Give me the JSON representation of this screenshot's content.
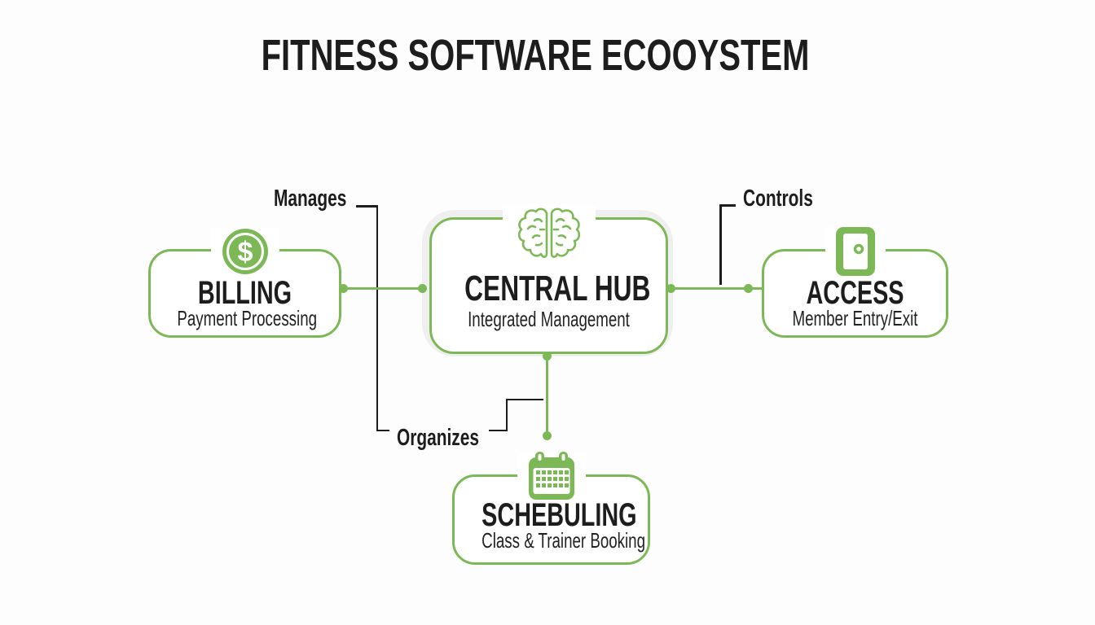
{
  "title": "FITNESS SOFTWARE ECOOYSTEM",
  "colors": {
    "green": "#7cb956",
    "ink": "#1d1d1d",
    "glow": "#efeff0",
    "background": "#fdfdfe"
  },
  "nodes": {
    "hub": {
      "label": "CENTRAL HUB",
      "sublabel": "Integrated Management",
      "icon": "brain-icon"
    },
    "billing": {
      "label": "BILLING",
      "sublabel": "Payment Processing",
      "icon": "dollar-circle-icon",
      "icon_glyph": "$"
    },
    "access": {
      "label": "ACCESS",
      "sublabel": "Member Entry/Exit",
      "icon": "door-icon"
    },
    "scheduling": {
      "label": "SCHEBULING",
      "sublabel": "Class & Trainer Booking",
      "icon": "calendar-icon"
    }
  },
  "connector_labels": {
    "manages": "Manages",
    "organizes": "Organizes",
    "controls": "Controls"
  }
}
